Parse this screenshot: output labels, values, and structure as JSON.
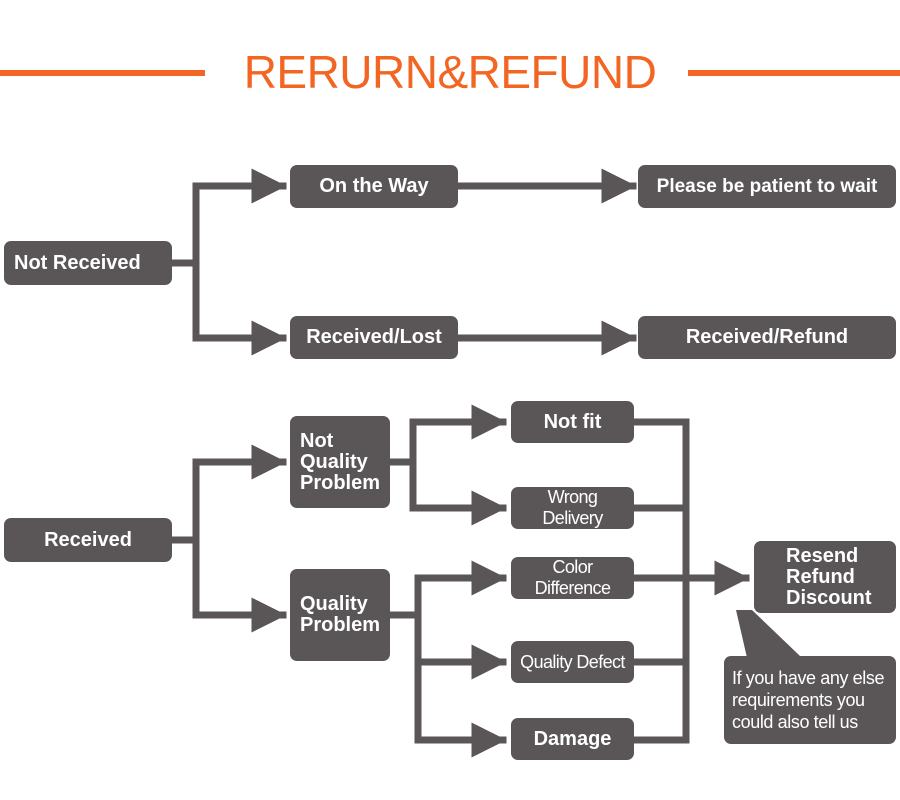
{
  "title": "RERURN&REFUND",
  "colors": {
    "title": "#f26522",
    "box": "#5a5657",
    "connector": "#5a5657",
    "box_text": "#ffffff"
  },
  "nodes": {
    "not_received": "Not Received",
    "on_the_way": "On the Way",
    "please_wait": "Please be patient to wait",
    "received_lost": "Received/Lost",
    "received_refund": "Received/Refund",
    "received": "Received",
    "not_quality_problem": "Not\nQuality\nProblem",
    "quality_problem": "Quality\nProblem",
    "not_fit": "Not fit",
    "wrong_delivery": "Wrong Delivery",
    "color_difference": "Color Difference",
    "quality_defect": "Quality Defect",
    "damage": "Damage",
    "resolution": "Resend\nRefund\nDiscount",
    "note": "If you have any else\nrequirements you\ncould also tell us"
  }
}
